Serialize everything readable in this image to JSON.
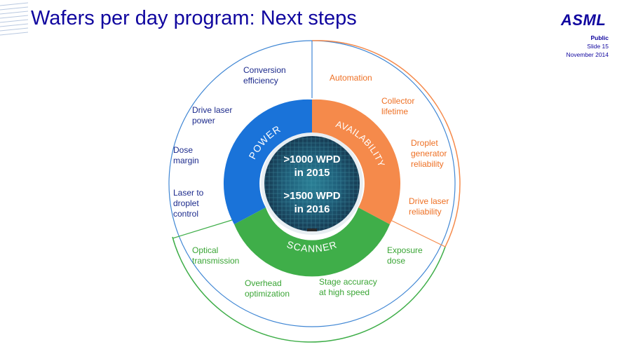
{
  "title": "Wafers per day program: Next steps",
  "logo": "ASML",
  "meta": {
    "classification": "Public",
    "slide": "Slide 15",
    "date": "November 2014"
  },
  "ring_labels": {
    "power": "POWER",
    "availability": "AVAILABILITY",
    "scanner": "SCANNER"
  },
  "center": {
    "line1": ">1000 WPD\nin 2015",
    "line2": ">1500 WPD\nin 2016"
  },
  "power_items": [
    "Conversion\nefficiency",
    "Drive laser\npower",
    "Dose\nmargin",
    "Laser to\ndroplet\ncontrol"
  ],
  "availability_items": [
    "Automation",
    "Collector\nlifetime",
    "Droplet\ngenerator\nreliability",
    "Drive laser\nreliability"
  ],
  "scanner_items": [
    "Exposure\ndose",
    "Stage accuracy\nat high speed",
    "Overhead\noptimization",
    "Optical\ntransmission"
  ],
  "colors": {
    "power": "#1a73d9",
    "availability": "#f58a4b",
    "scanner": "#3fae49",
    "title": "#10069f"
  }
}
